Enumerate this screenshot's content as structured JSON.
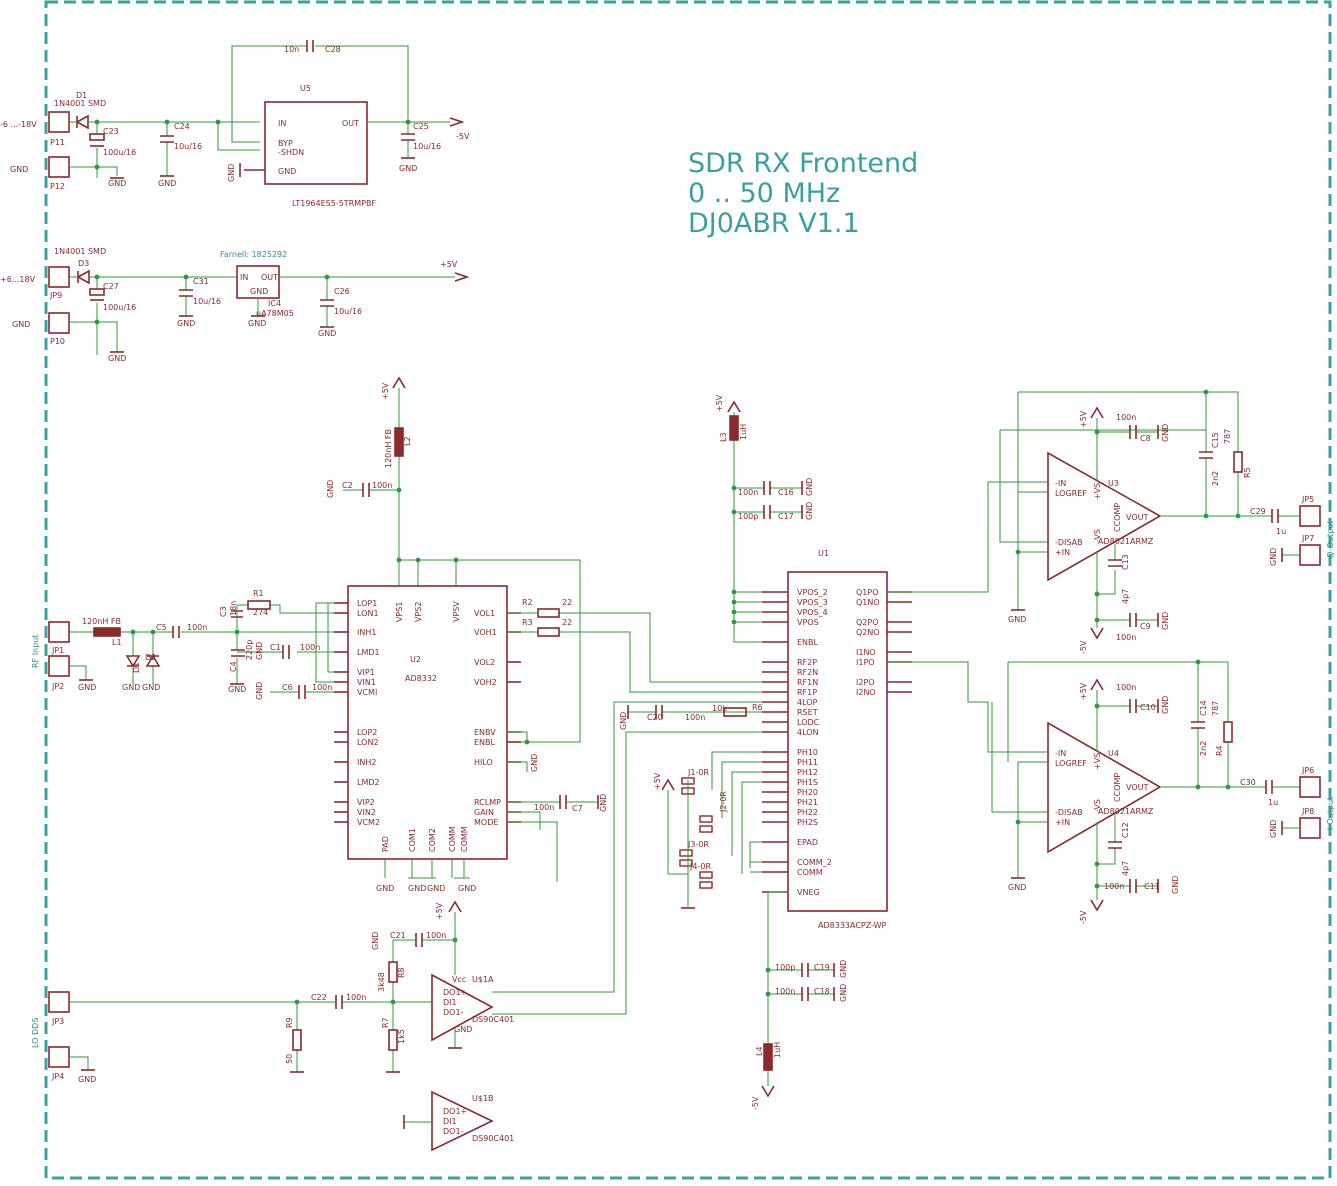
{
  "title": {
    "line1": "SDR RX Frontend",
    "line2": "0 .. 50 MHz",
    "line3": "DJ0ABR V1.1"
  },
  "colors": {
    "wire": "#2f9a3a",
    "part": "#8b2a2a",
    "frame": "#3aa0a0"
  },
  "supply_neg": {
    "in_label": "-6 ...-18V",
    "gnd": "GND",
    "d1": "D1",
    "d1_type": "1N4001 SMD",
    "p11": "P11",
    "p12": "P12",
    "c23": "C23",
    "c23_val": "100u/16",
    "c24": "C24",
    "c24_val": "10u/16",
    "u5": "U5",
    "u5_type": "LT1964ES5-5TRMPBF",
    "pin_in": "IN",
    "pin_out": "OUT",
    "pin_byp": "BYP",
    "pin_shdn": "-SHDN",
    "pin_gnd": "GND",
    "c28": "C28",
    "c28_val": "10n",
    "c25": "C25",
    "c25_val": "10u/16",
    "out_label": "-5V"
  },
  "supply_pos": {
    "in_label": "+6...18V",
    "d3": "D3",
    "d3_type": "1N4001 SMD",
    "jp9": "JP9",
    "jp10": "P10",
    "c27": "C27",
    "c27_val": "100u/16",
    "c31": "C31",
    "c31_val": "10u/16",
    "ic4": "IC4",
    "ic4_type": "uA78M05",
    "farnell": "Farnell: 1825292",
    "c26": "C26",
    "c26_val": "10u/16",
    "out_label": "+5V"
  },
  "rf_input": {
    "label": "RF Input",
    "jp1": "JP1",
    "jp2": "JP2",
    "l1": "L1",
    "l1_val": "120nH FB",
    "c5": "C5",
    "c5_val": "100n",
    "d1": "D1",
    "d2": "D2",
    "r1": "R1",
    "r1_val": "274",
    "c3": "C3",
    "c3_val": "18n",
    "c4": "C4",
    "c4_val": "220p",
    "c1": "C1",
    "c1_val": "100n",
    "c6": "C6",
    "c6_val": "100n",
    "c2": "C2",
    "c2_val": "100n",
    "l2": "L2",
    "l2_val": "120nH FB"
  },
  "u2": {
    "name": "U2",
    "type": "AD8332",
    "left_pins": [
      "LOP1",
      "LON1",
      "INH1",
      "LMD1",
      "VIP1",
      "VIN1",
      "VCMI",
      "LOP2",
      "LON2",
      "INH2",
      "LMD2",
      "VIP2",
      "VIN2",
      "VCM2"
    ],
    "right_pins": [
      "VOL1",
      "VOH1",
      "VOL2",
      "VOH2",
      "ENBV",
      "ENBL",
      "HILO",
      "RCLMP",
      "GAIN",
      "MODE"
    ],
    "top_pins": [
      "VPS1",
      "VPS2",
      "VPSV"
    ],
    "bottom_pins": [
      "PAD",
      "COM1",
      "COM2",
      "COMM",
      "COMM"
    ],
    "r2": "R2",
    "r2_val": "22",
    "r3": "R3",
    "r3_val": "22",
    "c7": "C7",
    "c7_val": "100n"
  },
  "u1": {
    "name": "U1",
    "type": "AD8333ACPZ-WP",
    "left_pins": [
      "VPOS_2",
      "VPOS_3",
      "VPOS_4",
      "VPOS",
      "ENBL",
      "RF2P",
      "RF2N",
      "RF1N",
      "RF1P",
      "4LOP",
      "RSET",
      "LODC",
      "4LON",
      "PH10",
      "PH11",
      "PH12",
      "PH1S",
      "PH20",
      "PH21",
      "PH22",
      "PH2S",
      "EPAD",
      "COMM_2",
      "COMM",
      "VNEG"
    ],
    "right_pins": [
      "Q1PO",
      "Q1NO",
      "Q2PO",
      "Q2NO",
      "I1NO",
      "I1PO",
      "I2PO",
      "I2NO"
    ],
    "l3": "L3",
    "l3_val": "1uH",
    "c16": "C16",
    "c16_val": "100n",
    "c17": "C17",
    "c17_val": "100p",
    "r6": "R6",
    "r6_val": "10k",
    "c20": "C20",
    "c20_val": "100n",
    "l4": "L4",
    "l4_val": "1uH",
    "c19": "C19",
    "c19_val": "100p",
    "c18": "C18",
    "c18_val": "100n",
    "jumpers": [
      "J1-0R",
      "J2-0R",
      "J3-0R",
      "J4-0R"
    ]
  },
  "u3": {
    "name": "U3",
    "type": "AD8021ARMZ",
    "c8": "C8",
    "c8_val": "100n",
    "c9": "C9",
    "c9_val": "100n",
    "c15": "C15",
    "c15_val": "2n2",
    "r5": "R5",
    "r5_val": "787",
    "c13": "C13",
    "c13_val": "4p7",
    "c29": "C29",
    "c29_val": "1u",
    "jp5": "JP5",
    "jp7": "JP7",
    "out_label": "Q-Output"
  },
  "u4": {
    "name": "U4",
    "type": "AD8021ARMZ",
    "c10": "C10",
    "c10_val": "100n",
    "c11": "C11",
    "c11_val": "100n",
    "c14": "C14",
    "c14_val": "2n2",
    "r4": "R4",
    "r4_val": "787",
    "c12": "C12",
    "c12_val": "4p7",
    "c30": "C30",
    "c30_val": "1u",
    "jp6": "JP6",
    "jp8": "JP8",
    "out_label": "I-Output"
  },
  "opamp_pins": {
    "nin": "-IN",
    "logref": "LOGREF",
    "disab": "-DISAB",
    "pin": "+IN",
    "vpos": "+VS",
    "vneg": "-VS",
    "ccomp": "CCOMP",
    "vout": "VOUT"
  },
  "lo": {
    "label": "LO DDS",
    "jp3": "JP3",
    "jp4": "JP4",
    "c22": "C22",
    "c22_val": "100n",
    "r9": "R9",
    "r9_val": "50",
    "r8": "R8",
    "r8_val": "3k48",
    "r7": "R7",
    "r7_val": "1k5",
    "c21": "C21",
    "c21_val": "100n",
    "u1a": "U$1A",
    "u1b": "U$1B",
    "u1_type": "DS90C401",
    "vcc": "Vcc",
    "pins": [
      "DO1+",
      "DI1",
      "DO1-"
    ]
  },
  "nets": {
    "p5v": "+5V",
    "m5v": "-5V",
    "gnd": "GND"
  }
}
